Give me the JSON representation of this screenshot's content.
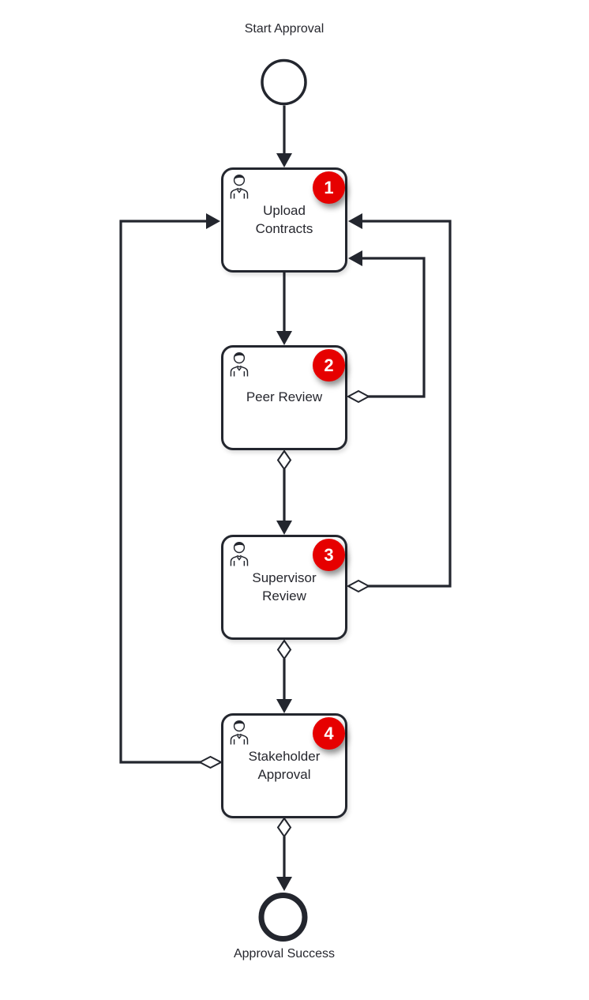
{
  "diagram": {
    "type": "bpmn-approval-workflow",
    "colors": {
      "stroke": "#23262e",
      "text": "#26272e",
      "badge_bg": "#e60000",
      "badge_text": "#ffffff",
      "node_fill": "#ffffff",
      "background": "#ffffff"
    },
    "start_event": {
      "label": "Start Approval"
    },
    "end_event": {
      "label": "Approval Success"
    },
    "tasks": [
      {
        "id": "upload-contracts",
        "label": "Upload Contracts",
        "badge": "1",
        "type": "user-task"
      },
      {
        "id": "peer-review",
        "label": "Peer Review",
        "badge": "2",
        "type": "user-task"
      },
      {
        "id": "supervisor-review",
        "label": "Supervisor Review",
        "badge": "3",
        "type": "user-task"
      },
      {
        "id": "stakeholder-approval",
        "label": "Stakeholder Approval",
        "badge": "4",
        "type": "user-task"
      }
    ],
    "flows": [
      {
        "from": "start-event",
        "to": "upload-contracts",
        "conditional": false
      },
      {
        "from": "upload-contracts",
        "to": "peer-review",
        "conditional": false
      },
      {
        "from": "peer-review",
        "to": "supervisor-review",
        "conditional": true
      },
      {
        "from": "supervisor-review",
        "to": "stakeholder-approval",
        "conditional": true
      },
      {
        "from": "stakeholder-approval",
        "to": "end-event",
        "conditional": true
      },
      {
        "from": "peer-review",
        "to": "upload-contracts",
        "conditional": true
      },
      {
        "from": "supervisor-review",
        "to": "upload-contracts",
        "conditional": true
      },
      {
        "from": "stakeholder-approval",
        "to": "upload-contracts",
        "conditional": true
      }
    ]
  }
}
